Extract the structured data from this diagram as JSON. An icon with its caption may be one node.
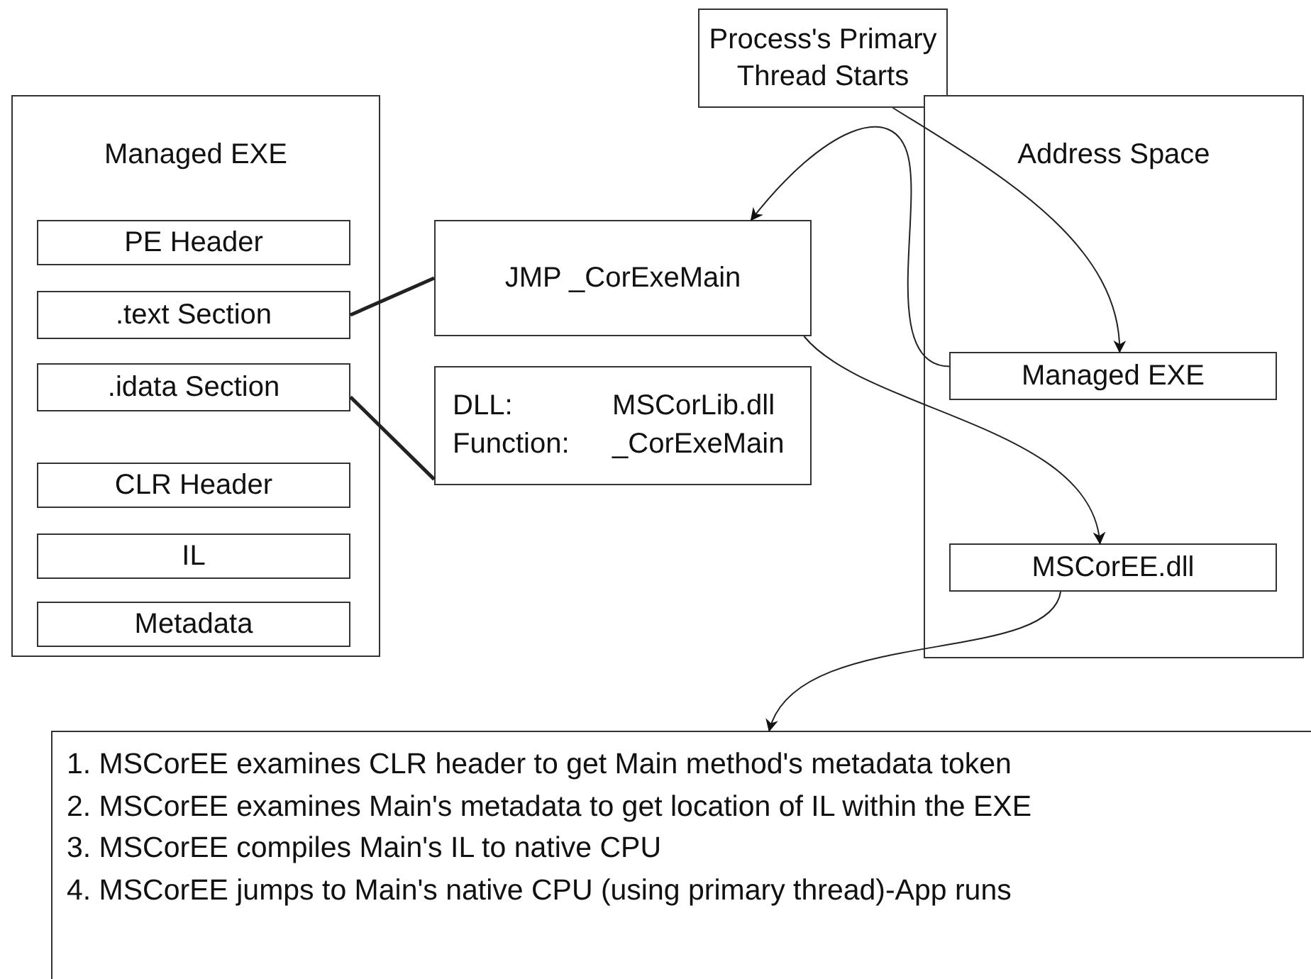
{
  "diagram": {
    "nodes": [
      {
        "text": [
          "Managed EXE"
        ]
      },
      {
        "text": [
          "PE Header"
        ],
        "in": 0
      },
      {
        "text": [
          ".text Section"
        ],
        "in": 0
      },
      {
        "text": [
          ".idata Section"
        ],
        "in": 0
      },
      {
        "text": [
          "CLR Header"
        ],
        "in": 0
      },
      {
        "text": [
          "IL"
        ],
        "in": 0
      },
      {
        "text": [
          "Metadata"
        ],
        "in": 0
      },
      {
        "text": [
          "Process's Primary Thread Starts"
        ]
      },
      {
        "text": [
          "JMP _CorExeMain"
        ]
      },
      {
        "text": [
          "DLL:",
          "MSCorLib.dll",
          "Function:",
          "_CorExeMain"
        ]
      },
      {
        "text": [
          "Address Space"
        ]
      },
      {
        "text": [
          "Managed EXE"
        ],
        "in": 10
      },
      {
        "text": [
          "MSCorEE.dll"
        ],
        "in": 10
      },
      {
        "text": [
          "1. MSCorEE examines CLR header to get Main method's metadata token",
          "2. MSCorEE examines Main's metadata to get location of IL within the EXE",
          "3. MSCorEE compiles Main's IL to native CPU",
          "4. MSCorEE jumps to Main's native CPU (using primary thread)-App runs"
        ]
      }
    ],
    "edges": [
      {
        "from": 2,
        "to": 8,
        "arrow": "none",
        "style": "thick"
      },
      {
        "from": 3,
        "to": 9,
        "arrow": "none",
        "style": "thick"
      },
      {
        "from": 7,
        "to": 11,
        "arrow": "to"
      },
      {
        "from": 11,
        "to": 8,
        "arrow": "to"
      },
      {
        "from": 8,
        "to": 12,
        "arrow": "to"
      },
      {
        "from": 12,
        "to": 13,
        "arrow": "to"
      }
    ]
  }
}
